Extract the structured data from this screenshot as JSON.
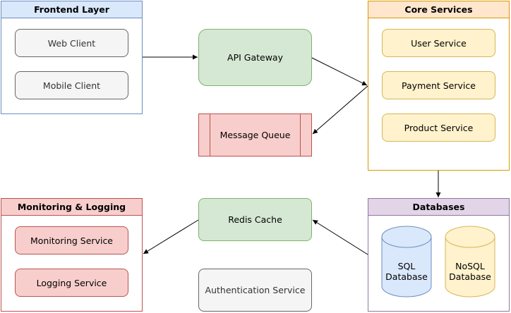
{
  "groups": {
    "frontend": {
      "title": "Frontend Layer"
    },
    "core": {
      "title": "Core Services"
    },
    "monitoring": {
      "title": "Monitoring & Logging"
    },
    "databases": {
      "title": "Databases"
    }
  },
  "nodes": {
    "web_client": "Web Client",
    "mobile_client": "Mobile Client",
    "api_gateway": "API Gateway",
    "message_queue": "Message Queue",
    "user_service": "User Service",
    "payment_service": "Payment Service",
    "product_service": "Product Service",
    "redis_cache": "Redis Cache",
    "authentication_service": "Authentication Service",
    "monitoring_service": "Monitoring Service",
    "logging_service": "Logging Service",
    "sql_database": [
      "SQL",
      "Database"
    ],
    "nosql_database": [
      "NoSQL",
      "Database"
    ]
  },
  "colors": {
    "frontend_fill": "#dae8fc",
    "frontend_border": "#6c8ebf",
    "core_fill": "#ffe6cc",
    "core_border": "#d79b00",
    "monitoring_fill": "#f8cecc",
    "monitoring_border": "#b85450",
    "databases_fill": "#e1d5e7",
    "databases_border": "#9673a6"
  }
}
